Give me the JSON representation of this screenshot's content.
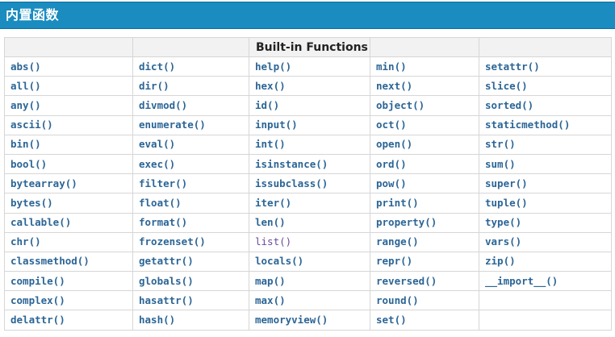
{
  "section": {
    "title": "内置函数"
  },
  "table": {
    "header": "Built-in Functions",
    "visited_color": "#6a4a9c",
    "link_color": "#2b6596",
    "columns": [
      [
        "abs()",
        "all()",
        "any()",
        "ascii()",
        "bin()",
        "bool()",
        "bytearray()",
        "bytes()",
        "callable()",
        "chr()",
        "classmethod()",
        "compile()",
        "complex()",
        "delattr()"
      ],
      [
        "dict()",
        "dir()",
        "divmod()",
        "enumerate()",
        "eval()",
        "exec()",
        "filter()",
        "float()",
        "format()",
        "frozenset()",
        "getattr()",
        "globals()",
        "hasattr()",
        "hash()"
      ],
      [
        "help()",
        "hex()",
        "id()",
        "input()",
        "int()",
        "isinstance()",
        "issubclass()",
        "iter()",
        "len()",
        "list()",
        "locals()",
        "map()",
        "max()",
        "memoryview()"
      ],
      [
        "min()",
        "next()",
        "object()",
        "oct()",
        "open()",
        "ord()",
        "pow()",
        "print()",
        "property()",
        "range()",
        "repr()",
        "reversed()",
        "round()",
        "set()"
      ],
      [
        "setattr()",
        "slice()",
        "sorted()",
        "staticmethod()",
        "str()",
        "sum()",
        "super()",
        "tuple()",
        "type()",
        "vars()",
        "zip()",
        "__import__()",
        "",
        ""
      ]
    ],
    "visited": [
      "list()"
    ]
  }
}
